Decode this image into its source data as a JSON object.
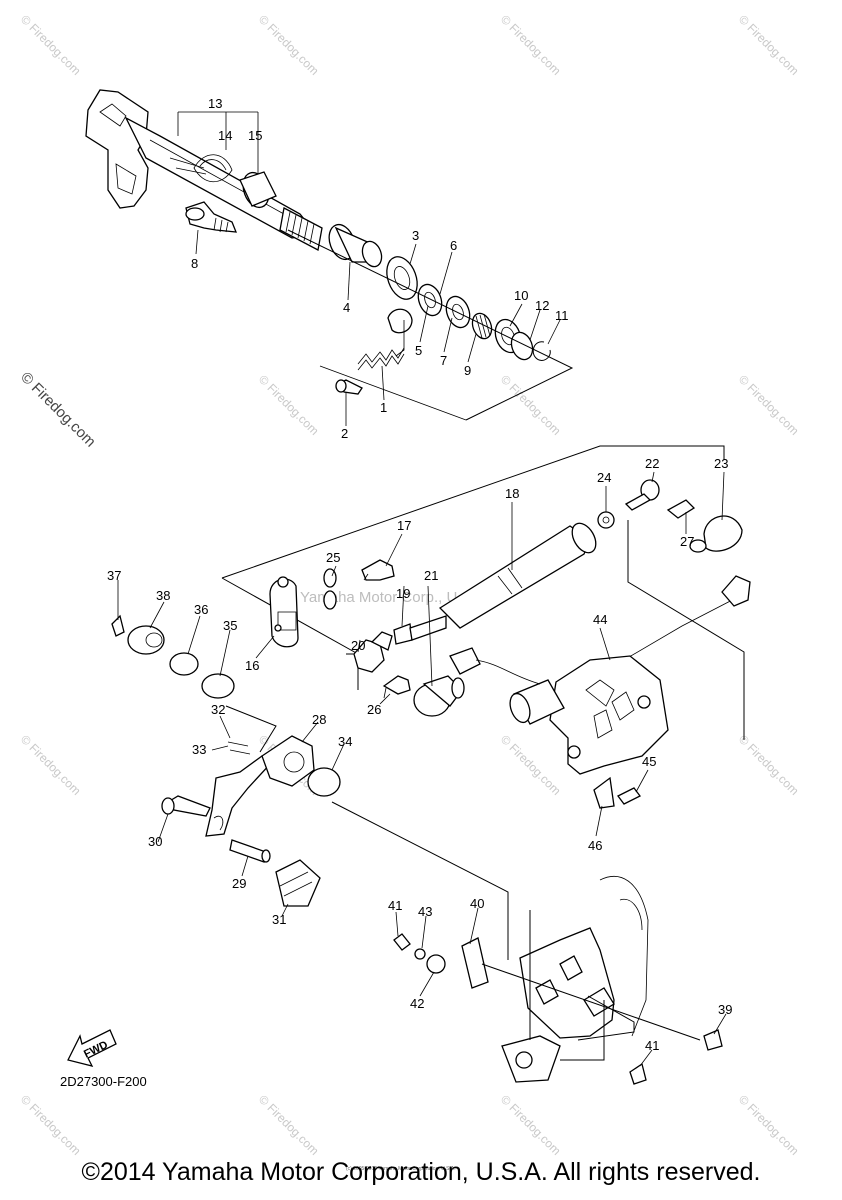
{
  "diagram_code": "2D27300-F200",
  "fwd_label": "FWD",
  "copyright_footer": "©2014 Yamaha Motor Corporation, U.S.A. All rights reserved.",
  "tiny_copyright": "(c) 2005-2016 Yamaha Motor Corporation, U.S.A.",
  "center_watermark": "Yamaha Motor Corp., U.S.A.",
  "side_watermark": "© Firedog.com",
  "repeat_watermark": "© Firedog.com",
  "part_numbers": [
    "1",
    "2",
    "3",
    "4",
    "5",
    "6",
    "7",
    "8",
    "9",
    "10",
    "11",
    "12",
    "13",
    "14",
    "15",
    "16",
    "17",
    "18",
    "19",
    "20",
    "21",
    "22",
    "23",
    "24",
    "25",
    "26",
    "27",
    "28",
    "29",
    "30",
    "31",
    "32",
    "33",
    "34",
    "35",
    "36",
    "37",
    "38",
    "39",
    "40",
    "41",
    "41",
    "42",
    "43",
    "44",
    "45",
    "46"
  ]
}
